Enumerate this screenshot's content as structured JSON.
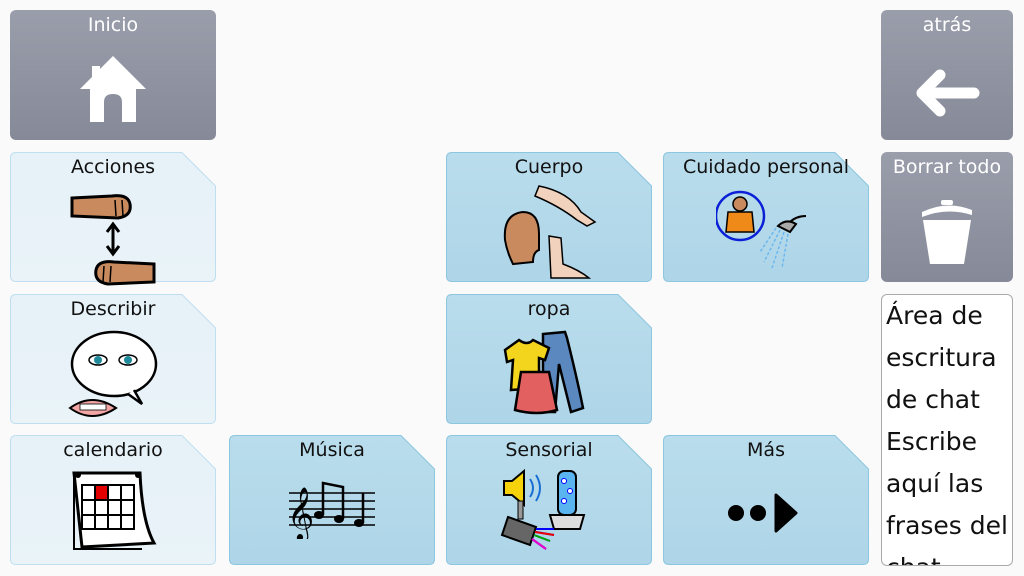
{
  "nav": {
    "home": {
      "label": "Inicio",
      "icon": "home-icon"
    },
    "back": {
      "label": "atrás",
      "icon": "arrow-left-icon"
    },
    "clear": {
      "label": "Borrar todo",
      "icon": "trash-icon"
    }
  },
  "folders": [
    {
      "label": "Acciones",
      "icon": "fists-action-icon",
      "style": "light"
    },
    {
      "label": "Cuerpo",
      "icon": "body-icon",
      "style": "blue"
    },
    {
      "label": "Cuidado personal",
      "icon": "personal-care-shower-icon",
      "style": "blue"
    },
    {
      "label": "Describir",
      "icon": "speech-face-icon",
      "style": "light"
    },
    {
      "label": "ropa",
      "icon": "clothes-icon",
      "style": "blue"
    },
    {
      "label": "calendario",
      "icon": "calendar-icon",
      "style": "light"
    },
    {
      "label": "Música",
      "icon": "music-notes-icon",
      "style": "blue"
    },
    {
      "label": "Sensorial",
      "icon": "sensory-icon",
      "style": "blue"
    },
    {
      "label": "Más",
      "icon": "more-arrow-icon",
      "style": "blue"
    }
  ],
  "chat": {
    "text": "Área de escritura de chat Escribe aquí las frases del chat"
  },
  "colors": {
    "nav_bg": "#8e92a0",
    "folder_light": "#e6f1f8",
    "folder_blue": "#b9ddec",
    "folder_border": "#8cc6df"
  }
}
